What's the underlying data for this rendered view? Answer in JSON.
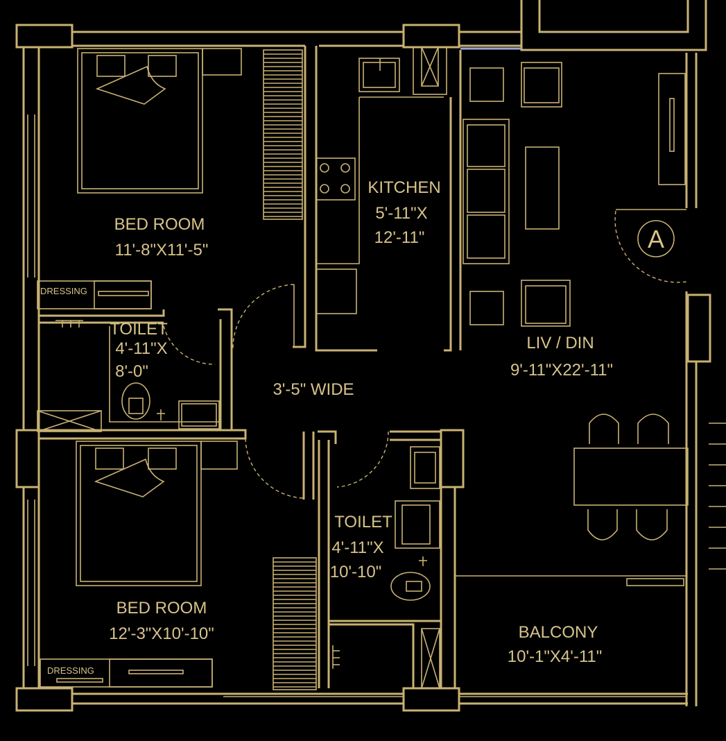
{
  "colors": {
    "background": "#000000",
    "lines": "#c8b273",
    "text": "#d7c38a",
    "glazing": "#9fa6d8"
  },
  "rooms": {
    "bedroom1": {
      "name": "BED ROOM",
      "size": "11'-8\"X11'-5\""
    },
    "kitchen": {
      "name": "KITCHEN",
      "size_line1": "5'-11\"X",
      "size_line2": "12'-11\""
    },
    "living": {
      "name": "LIV / DIN",
      "size": "9'-11\"X22'-11\""
    },
    "toilet1": {
      "name": "TOILET",
      "size_line1": "4'-11\"X",
      "size_line2": "8'-0\""
    },
    "passage": {
      "label": "3'-5\" WIDE"
    },
    "toilet2": {
      "name": "TOILET",
      "size_line1": "4'-11\"X",
      "size_line2": "10'-10\""
    },
    "bedroom2": {
      "name": "BED ROOM",
      "size": "12'-3\"X10'-10\""
    },
    "balcony": {
      "name": "BALCONY",
      "size": "10'-1\"X4'-11\""
    }
  },
  "labels": {
    "dressing1": "DRESSING",
    "dressing2": "DRESSING",
    "entrance_mark": "A"
  }
}
